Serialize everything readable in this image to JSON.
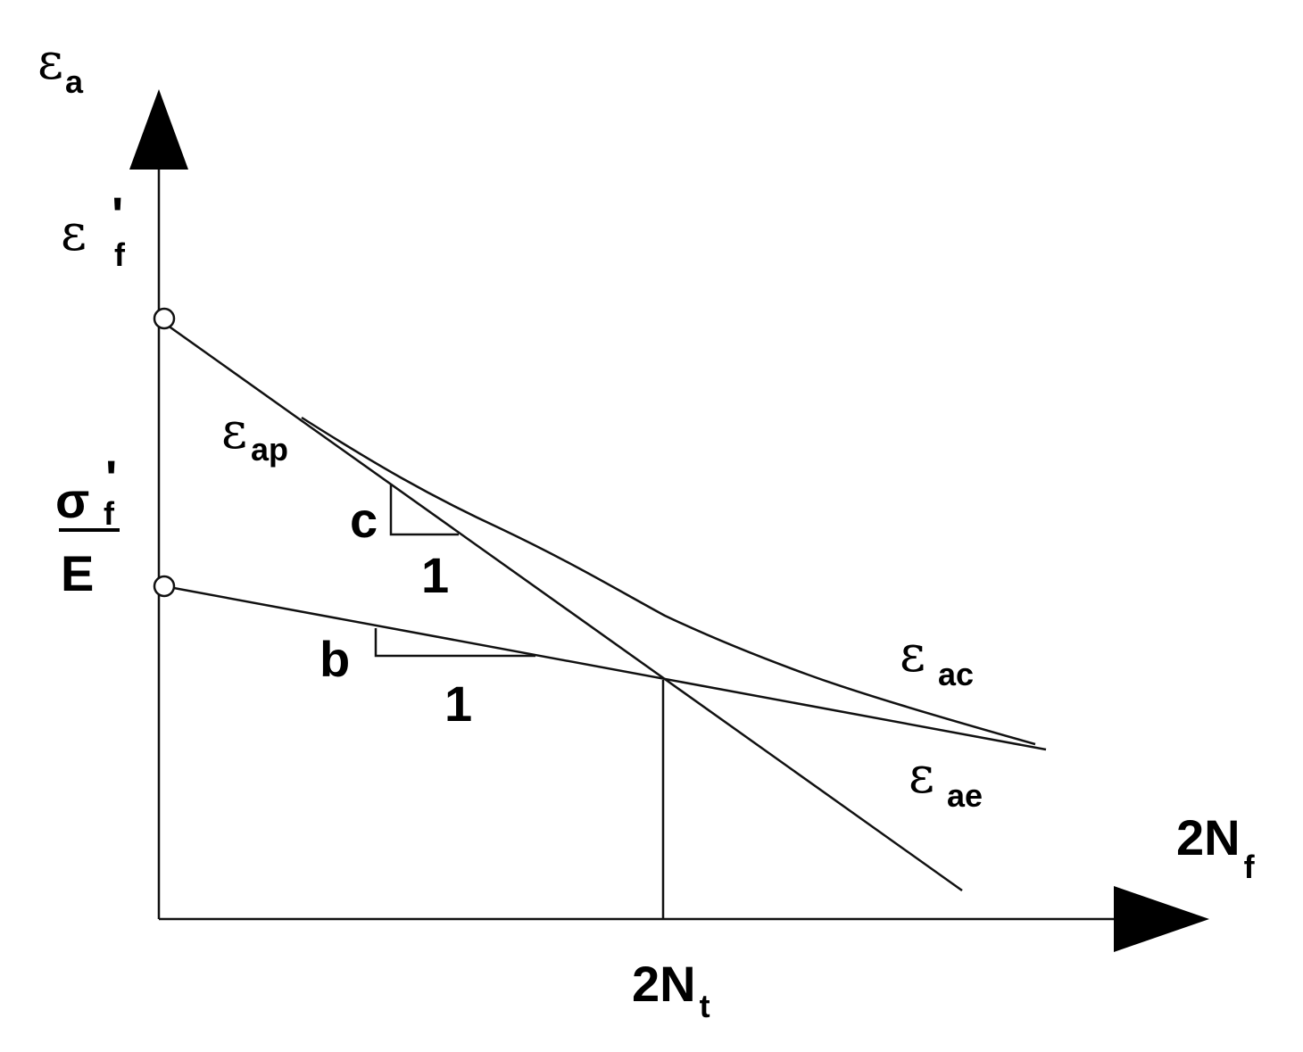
{
  "axes": {
    "y_label": {
      "main": "ε",
      "sub": "a"
    },
    "x_label": {
      "main": "2N",
      "sub": "f"
    }
  },
  "intercepts": {
    "plastic": {
      "main": "ε",
      "sup": "'",
      "sub": "f"
    },
    "elastic": {
      "numerator": "σ",
      "sup": "'",
      "sub": "f",
      "denominator": "E"
    }
  },
  "curves": {
    "plastic": {
      "main": "ε",
      "sub": "ap"
    },
    "total": {
      "main": "ε",
      "sub": "ac"
    },
    "elastic": {
      "main": "ε",
      "sub": "ae"
    }
  },
  "slopes": {
    "plastic": {
      "rise": "c",
      "run": "1"
    },
    "elastic": {
      "rise": "b",
      "run": "1"
    }
  },
  "transition": {
    "main": "2N",
    "sub": "t"
  }
}
